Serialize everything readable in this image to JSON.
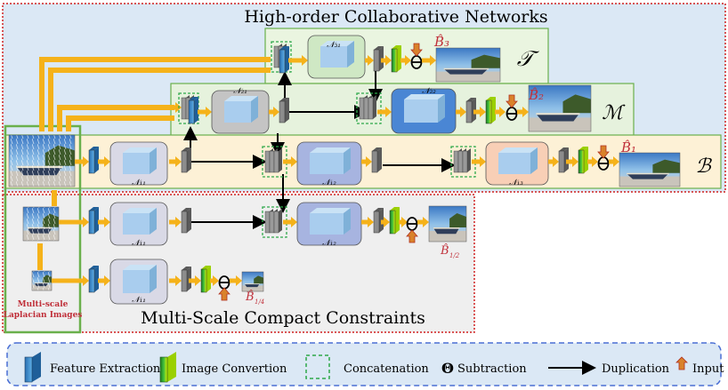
{
  "titles": {
    "hcn": "High-order Collaborative Networks",
    "mscc": "Multi-Scale Compact Constraints",
    "laplacian_line1": "Multi-scale",
    "laplacian_line2": "Laplacian Images"
  },
  "branch_labels": {
    "t": "𝒯",
    "m": "ℳ",
    "b": "ℬ"
  },
  "blocks": {
    "n31": "𝒩₃₁",
    "n21": "𝒩₂₁",
    "n22": "𝒩₂₂",
    "n11_b": "𝒩₁₁",
    "n12_b": "𝒩₁₂",
    "n13": "𝒩₁₃",
    "n11_h": "𝒩₁₁",
    "n12_h": "𝒩₁₂",
    "n11_q": "𝒩₁₁"
  },
  "outputs": {
    "b3": "B̂₃",
    "b2": "B̂₂",
    "b1": "B̂₁",
    "b_half": "B̂",
    "b_half_sub": "1/2",
    "b_quarter": "B̂",
    "b_quarter_sub": "1/4"
  },
  "legend": {
    "feature_extraction": "Feature Extraction",
    "image_convertion": "Image Convertion",
    "concatenation": "Concatenation",
    "subtraction": "Subtraction",
    "duplication": "Duplication",
    "input": "Input"
  },
  "symbols": {
    "theta": "Θ"
  },
  "colors": {
    "hcn_bg": "#dbe8f5",
    "mscc_bg": "#f0f0f0",
    "t_bg": "#eaf5e0",
    "m_bg": "#e6f2dd",
    "b_bg": "#fdf1d6",
    "red_border": "#d02020",
    "green_border": "#6ab04c",
    "arrow_orange": "#f5b21a",
    "legend_border": "#4a6fd4",
    "red_text": "#c0303a"
  }
}
